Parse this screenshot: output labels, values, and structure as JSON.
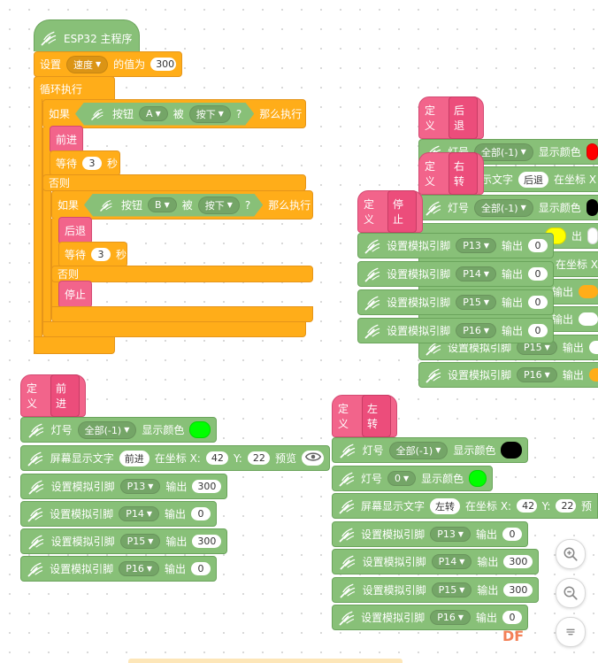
{
  "colors": {
    "green_block": "#88c078",
    "orange_block": "#ffad19",
    "pink_block": "#f2648b",
    "led_green": "#00ff00",
    "led_black": "#000000",
    "led_red": "#ff0000",
    "led_yellow": "#ffff00"
  },
  "icons": {
    "block_icon": "magic-wand-icon",
    "preview": "eye-icon",
    "zoom_in": "zoom-in-icon",
    "zoom_out": "zoom-out-icon",
    "reset": "reset-zoom-icon"
  },
  "main": {
    "hat": "ESP32 主程序",
    "set": {
      "prefix": "设置",
      "var": "速度",
      "suffix": "的值为",
      "value": "300"
    },
    "loop": "循环执行",
    "if1": {
      "if_label": "如果",
      "button_label": "按钮",
      "button": "A",
      "mid": "被",
      "state": "按下",
      "q": "?",
      "then": "那么执行"
    },
    "forward": "前进",
    "wait1": {
      "label": "等待",
      "value": "3",
      "unit": "秒"
    },
    "else1": "否则",
    "if2": {
      "if_label": "如果",
      "button_label": "按钮",
      "button": "B",
      "mid": "被",
      "state": "按下",
      "q": "?",
      "then": "那么执行"
    },
    "back": "后退",
    "wait2": {
      "label": "等待",
      "value": "3",
      "unit": "秒"
    },
    "else2": "否则",
    "stop": "停止"
  },
  "define_label": "定义",
  "houtui": {
    "name": "后退",
    "led": {
      "label": "灯号",
      "which": "全部(-1)",
      "show": "显示颜色"
    },
    "screen": {
      "label": "屏幕显示文字",
      "text": "后退",
      "at": "在坐标 X"
    },
    "p15": {
      "label": "设置模拟引脚",
      "pin": "P15",
      "out": "输出"
    },
    "p16": {
      "label": "设置模拟引脚",
      "pin": "P16",
      "out": "输出"
    }
  },
  "youzhuan": {
    "name": "右转",
    "led": {
      "label": "灯号",
      "which": "全部(-1)",
      "show": "显示颜色"
    },
    "partial": {
      "out1": "出",
      "at": "在坐标 X",
      "out2": "输出",
      "out3": "输出"
    }
  },
  "tingzhi": {
    "name": "停止",
    "pins": [
      {
        "label": "设置模拟引脚",
        "pin": "P13",
        "out": "输出",
        "value": "0"
      },
      {
        "label": "设置模拟引脚",
        "pin": "P14",
        "out": "输出",
        "value": "0"
      },
      {
        "label": "设置模拟引脚",
        "pin": "P15",
        "out": "输出",
        "value": "0"
      },
      {
        "label": "设置模拟引脚",
        "pin": "P16",
        "out": "输出",
        "value": "0"
      }
    ]
  },
  "qianjin": {
    "name": "前进",
    "led": {
      "label": "灯号",
      "which": "全部(-1)",
      "show": "显示颜色"
    },
    "screen": {
      "label": "屏幕显示文字",
      "text": "前进",
      "at": "在坐标 X:",
      "x": "42",
      "ylabel": "Y:",
      "y": "22",
      "preview": "预览"
    },
    "pins": [
      {
        "label": "设置模拟引脚",
        "pin": "P13",
        "out": "输出",
        "value": "300"
      },
      {
        "label": "设置模拟引脚",
        "pin": "P14",
        "out": "输出",
        "value": "0"
      },
      {
        "label": "设置模拟引脚",
        "pin": "P15",
        "out": "输出",
        "value": "300"
      },
      {
        "label": "设置模拟引脚",
        "pin": "P16",
        "out": "输出",
        "value": "0"
      }
    ]
  },
  "zuozhuan": {
    "name": "左转",
    "led1": {
      "label": "灯号",
      "which": "全部(-1)",
      "show": "显示颜色"
    },
    "led2": {
      "label": "灯号",
      "which": "0",
      "show": "显示颜色"
    },
    "screen": {
      "label": "屏幕显示文字",
      "text": "左转",
      "at": "在坐标 X:",
      "x": "42",
      "ylabel": "Y:",
      "y": "22",
      "preview": "预"
    },
    "pins": [
      {
        "label": "设置模拟引脚",
        "pin": "P13",
        "out": "输出",
        "value": "0"
      },
      {
        "label": "设置模拟引脚",
        "pin": "P14",
        "out": "输出",
        "value": "300"
      },
      {
        "label": "设置模拟引脚",
        "pin": "P15",
        "out": "输出",
        "value": "300"
      },
      {
        "label": "设置模拟引脚",
        "pin": "P16",
        "out": "输出",
        "value": "0"
      }
    ]
  },
  "watermark": "DF"
}
